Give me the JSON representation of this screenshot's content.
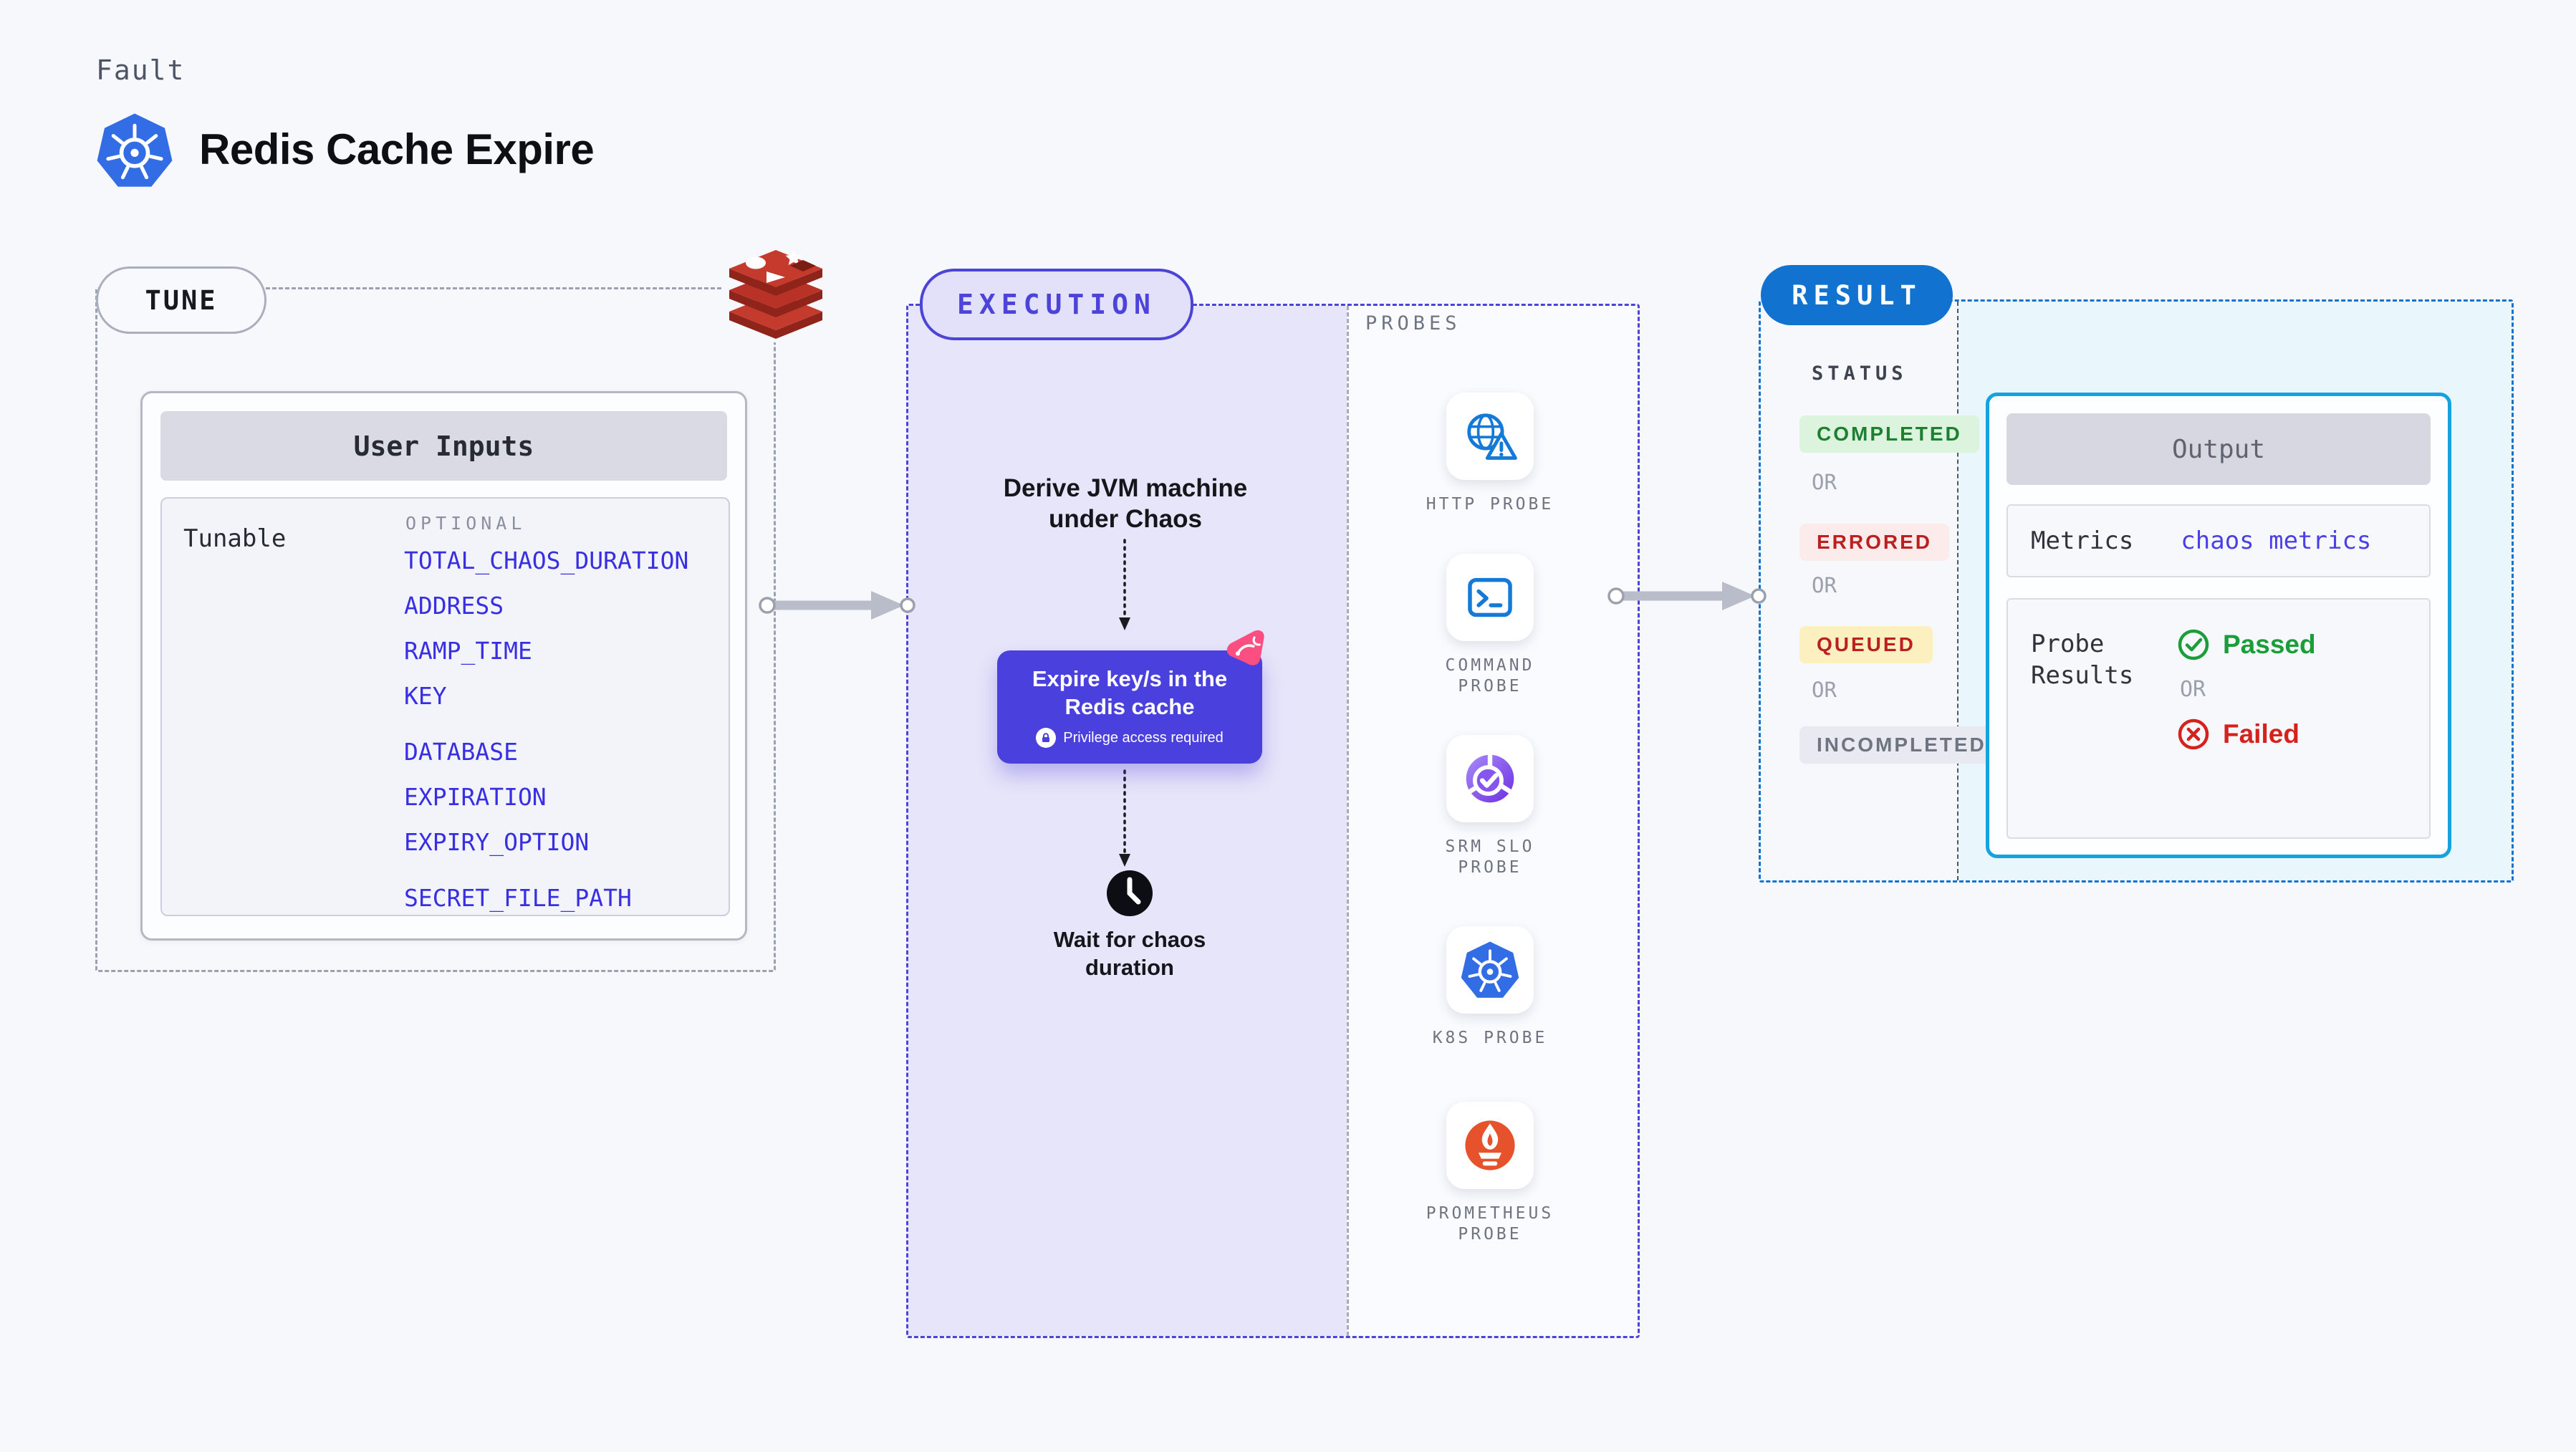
{
  "header": {
    "eyebrow": "Fault",
    "title": "Redis Cache Expire",
    "title_icon": "kubernetes-icon"
  },
  "tune": {
    "badge_label": "TUNE",
    "corner_icon": "redis-icon",
    "card": {
      "title": "User Inputs",
      "row_label": "Tunable",
      "column_header": "OPTIONAL",
      "params": [
        "TOTAL_CHAOS_DURATION",
        "ADDRESS",
        "RAMP_TIME",
        "KEY",
        "DATABASE",
        "EXPIRATION",
        "EXPIRY_OPTION",
        "SECRET_FILE_PATH"
      ]
    }
  },
  "execution": {
    "badge_label": "EXECUTION",
    "steps": {
      "derive": "Derive JVM machine under Chaos",
      "action_title": "Expire key/s in the Redis cache",
      "action_badge": "Privilege access required",
      "action_corner_icon": "chaos-icon",
      "wait": "Wait for chaos duration",
      "wait_icon": "clock-icon"
    }
  },
  "probes": {
    "section_label": "PROBES",
    "items": [
      {
        "label": "HTTP PROBE",
        "icon": "globe-warning-icon"
      },
      {
        "label": "COMMAND PROBE",
        "icon": "terminal-icon"
      },
      {
        "label": "SRM SLO PROBE",
        "icon": "slo-check-icon"
      },
      {
        "label": "K8S PROBE",
        "icon": "kubernetes-icon"
      },
      {
        "label": "PROMETHEUS PROBE",
        "icon": "prometheus-icon"
      }
    ]
  },
  "result": {
    "badge_label": "RESULT",
    "status_header": "STATUS",
    "or_label": "OR",
    "statuses": [
      {
        "label": "COMPLETED",
        "fg": "#1c8030",
        "bg": "#dcf3dd"
      },
      {
        "label": "ERRORED",
        "fg": "#bb1f1f",
        "bg": "#fcebeb"
      },
      {
        "label": "QUEUED",
        "fg": "#bb1f1f",
        "bg": "#fcefc0"
      },
      {
        "label": "INCOMPLETED",
        "fg": "#6e7480",
        "bg": "#e9eaf1"
      }
    ],
    "output": {
      "title": "Output",
      "metrics_label": "Metrics",
      "metrics_value": "chaos metrics",
      "probe_results_label": "Probe Results",
      "passed_label": "Passed",
      "or_label": "OR",
      "failed_label": "Failed"
    }
  },
  "colors": {
    "page_bg": "#f7f8fb",
    "indigo": "#4c43d9",
    "indigo_fill": "#e7e5f9",
    "action_bg": "#4a40dd",
    "link_blue": "#392fe2",
    "result_blue": "#1173cf",
    "result_fill": "#e9f6fc",
    "output_border": "#14a3e0",
    "passed_green": "#1b9e3a",
    "failed_red": "#d6221c",
    "chaos_pink": "#fb4f81",
    "redis_red": "#c43a2d",
    "k8s_blue": "#326de6",
    "prometheus_orange": "#e6522c",
    "probe_blue": "#1479d7"
  }
}
